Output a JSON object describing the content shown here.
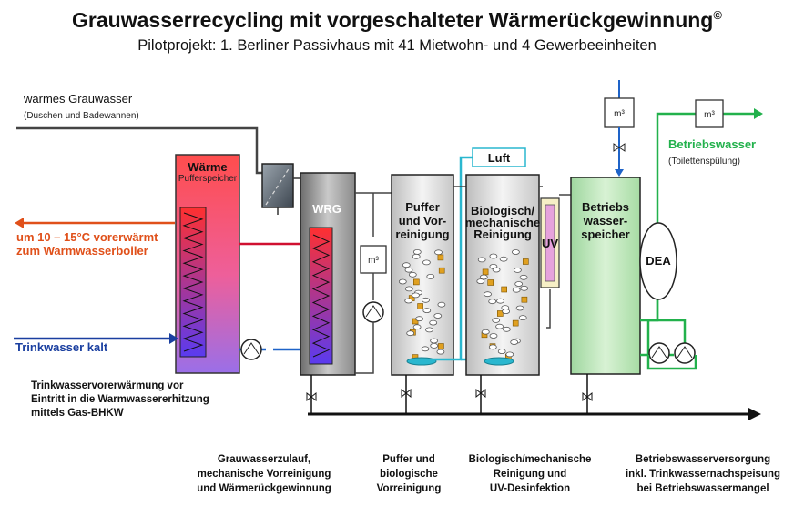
{
  "title": "Grauwasserrecycling mit vorgeschalteter Wärmerückgewinnung",
  "title_mark": "©",
  "subtitle": "Pilotprojekt: 1. Berliner Passivhaus mit 41 Mietwohn- und 4 Gewerbeeinheiten",
  "inputs": {
    "grey_water": "warmes Grauwasser",
    "grey_water_note": "(Duschen und Badewannen)",
    "preheat_line1": "um 10 – 15°C vorerwärmt",
    "preheat_line2": "zum Warmwasserboiler",
    "cold_water": "Trinkwasser kalt"
  },
  "tanks": {
    "storage_title": "Wärme",
    "storage_sub": "Pufferspeicher",
    "wrg": "WRG",
    "buffer_line1": "Puffer",
    "buffer_line2": "und Vor-",
    "buffer_line3": "reinigung",
    "bio_line1": "Biologisch/",
    "bio_line2": "mechanische",
    "bio_line3": "Reinigung",
    "uv": "UV",
    "service_line1": "Betriebs",
    "service_line2": "wasser-",
    "service_line3": "speicher",
    "dea": "DEA",
    "luft": "Luft",
    "meter": "m³"
  },
  "output": {
    "label": "Betriebswasser",
    "note": "(Toilettenspülung)"
  },
  "note": {
    "line1": "Trinkwasservorerwärmung vor",
    "line2": "Eintritt in die Warmwassererhitzung",
    "line3": "mittels Gas-BHKW"
  },
  "captions": [
    {
      "l1": "Grauwasserzulauf,",
      "l2": "mechanische Vorreinigung",
      "l3": "und Wärmerückgewinnung"
    },
    {
      "l1": "Puffer und",
      "l2": "biologische",
      "l3": "Vorreinigung"
    },
    {
      "l1": "Biologisch/mechanische",
      "l2": "Reinigung und",
      "l3": "UV-Desinfektion"
    },
    {
      "l1": "Betriebswasserversorgung",
      "l2": "inkl. Trinkwassernachspeisung",
      "l3": "bei Betriebswassermangel"
    }
  ],
  "colors": {
    "warm": "#e0501a",
    "cold": "#1a3fa0",
    "service": "#22b14c",
    "supply": "#1e63c8",
    "air": "#2ab7cf"
  }
}
